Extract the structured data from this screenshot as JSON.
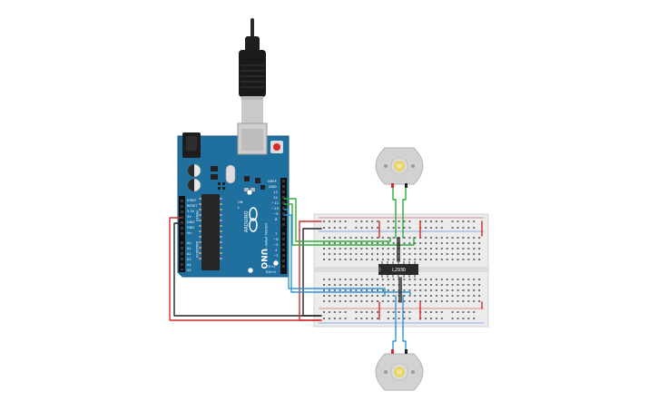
{
  "arduino": {
    "brand": "ARDUINO",
    "model": "UNO",
    "labels": {
      "aref": "AREF",
      "gnd": "GND",
      "pin13": "13",
      "pin12": "12",
      "pin11": "~11",
      "pin10": "~10",
      "pin9": "~9",
      "pin8": "8",
      "pin7": "7",
      "pin6": "~6",
      "pin5": "~5",
      "pin4": "4",
      "pin3": "~3",
      "pin2": "2",
      "tx": "TX→1",
      "rx": "RX←0",
      "digital": "DIGITAL (PWM~)",
      "power": "POWER",
      "analog_in": "ANALOG IN",
      "ioref": "IOREF",
      "reset": "RESET",
      "v33": "3.3V",
      "v5": "5V",
      "gnd1": "GND",
      "gnd2": "GND",
      "vin": "Vin",
      "a0": "A0",
      "a1": "A1",
      "a2": "A2",
      "a3": "A3",
      "a4": "A4",
      "a5": "A5",
      "on": "ON",
      "l": "L",
      "txled": "TX",
      "rxled": "RX"
    }
  },
  "driver_chip": {
    "label": "L293D"
  },
  "colors": {
    "board": "#1f6f9f",
    "board_dark": "#15557d",
    "wire_red": "#d62a2a",
    "wire_black": "#222222",
    "wire_green": "#2fae3a",
    "wire_blue": "#2f95d6",
    "breadboard": "#ececec",
    "motor_body": "#d2d2d2",
    "motor_shaft": "#e8d36a"
  }
}
